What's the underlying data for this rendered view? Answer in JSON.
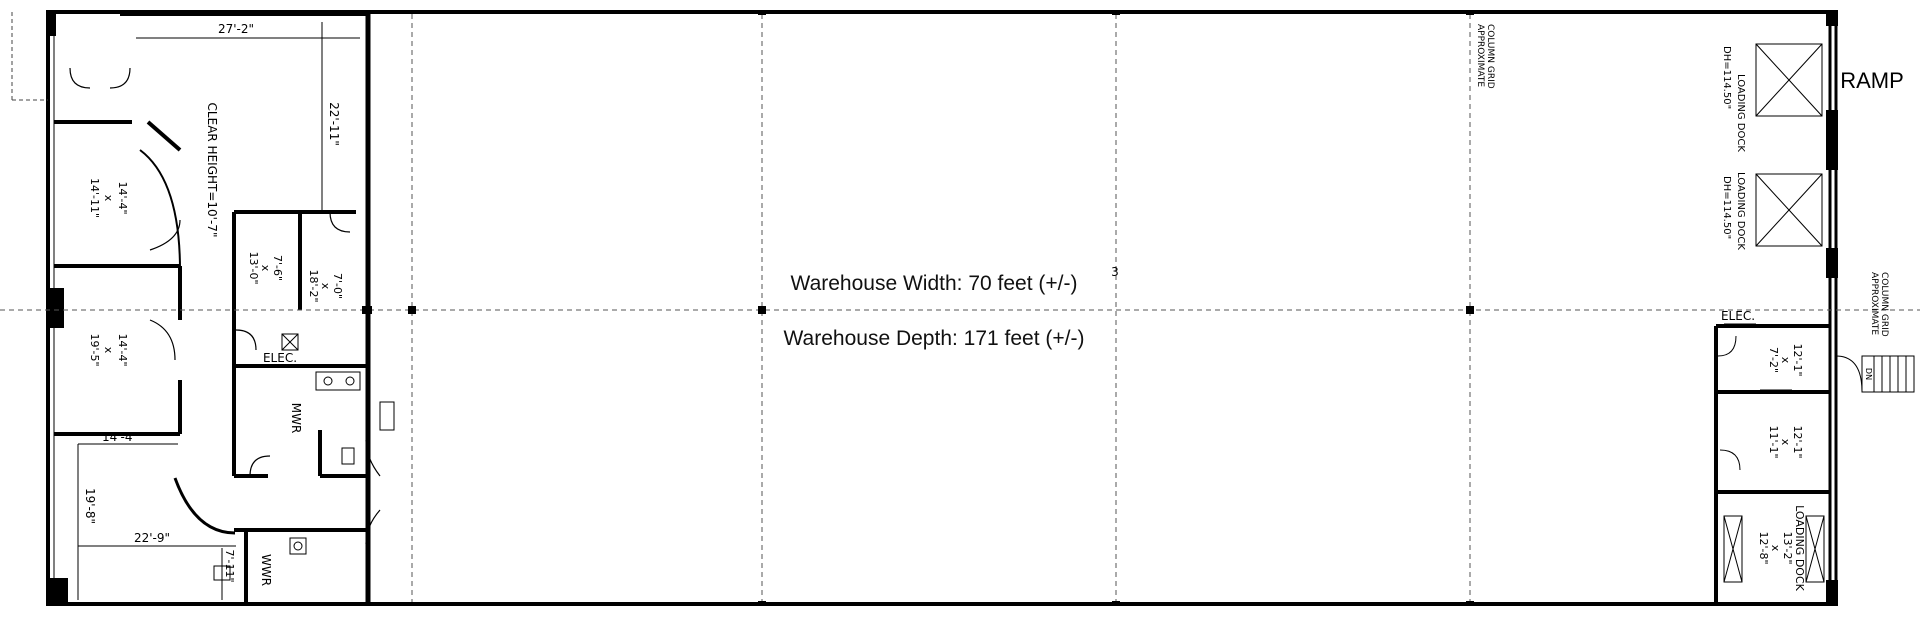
{
  "summary": {
    "width_text": "Warehouse Width: 70 feet (+/-)",
    "depth_text": "Warehouse Depth: 171 feet (+/-)"
  },
  "office": {
    "top_dimension": "27'-2\"",
    "vertical_dimension": "22'-11\"",
    "clear_height": "CLEAR HEIGHT=10'-7\"",
    "room_a": [
      "14'-11\"",
      "x",
      "14'-4\""
    ],
    "room_b": [
      "19'-5\"",
      "x",
      "14'-4\""
    ],
    "room_c": [
      "13'-0\"",
      "x",
      "7'-6\""
    ],
    "room_d": [
      "18'-2\"",
      "x",
      "7'-0\""
    ],
    "room_e_width": "14'-4\"",
    "room_e_depth": "19'-8\"",
    "room_e_bottom": "22'-9\"",
    "room_f": "7'-11\"",
    "elec": "ELEC.",
    "mwr": "MWR",
    "wwr": "WWR"
  },
  "warehouse": {
    "column_grid_label": [
      "APPROXIMATE",
      "COLUMN GRID"
    ],
    "grid_marker": "3",
    "dock_label": "LOADING DOCK",
    "dock_height": "DH=114.50\"",
    "ramp": "RAMP"
  },
  "right_rooms": {
    "elec": "ELEC.",
    "room_1": [
      "7'-2\"",
      "x",
      "12'-1\""
    ],
    "room_2": [
      "11'-1\"",
      "x",
      "12'-1\""
    ],
    "room_3": [
      "LOADING DOCK",
      "13'-2\"",
      "x",
      "12'-8\""
    ],
    "stair_label": "DN"
  }
}
